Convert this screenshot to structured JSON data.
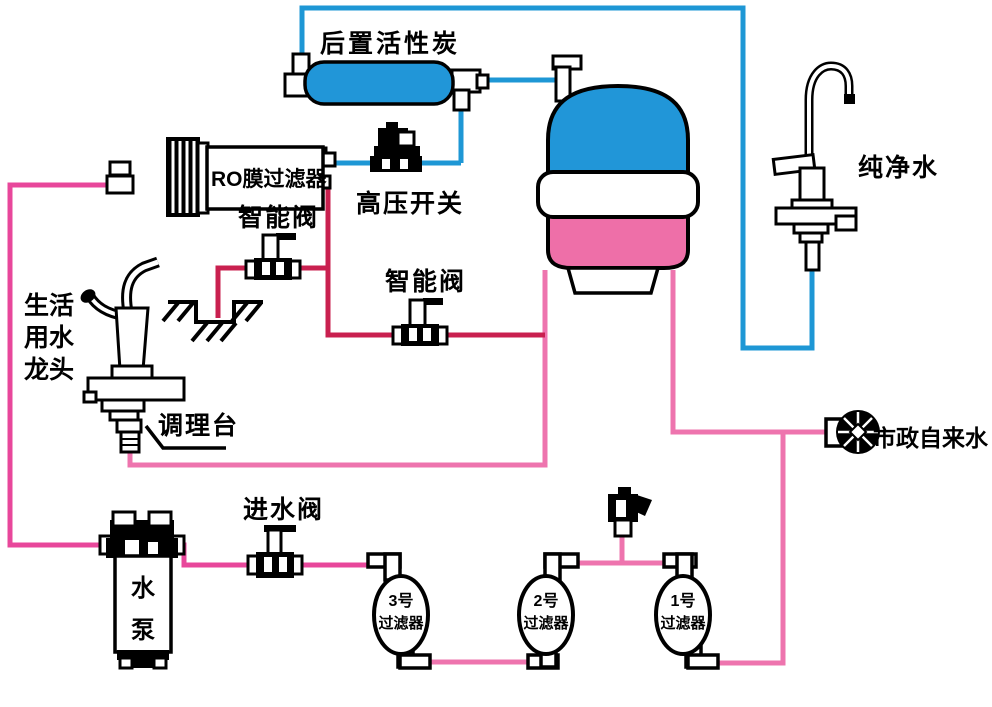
{
  "diagram": {
    "labels": {
      "post_carbon": "后置活性炭",
      "ro_membrane": "RO膜过滤器",
      "high_pressure_switch": "高压开关",
      "smart_valve_top": "智能阀",
      "smart_valve_mid": "智能阀",
      "domestic_faucet": [
        "生活",
        "用水",
        "龙头"
      ],
      "counter": "调理台",
      "pure_water": "纯净水",
      "municipal_water": "市政自来水",
      "inlet_valve": "进水阀",
      "pump": [
        "水",
        "泵"
      ],
      "filter3": [
        "3号",
        "过滤器"
      ],
      "filter2": [
        "2号",
        "过滤器"
      ],
      "filter1": [
        "1号",
        "过滤器"
      ]
    },
    "colors": {
      "blue_line": "#1e97d5",
      "raw_pink": "#ee74ae",
      "feed_magenta": "#e8479b",
      "waste_crimson": "#c9204f",
      "carbon_blue": "#2196d8",
      "tank_dome_blue": "#2196d8",
      "tank_body_pink": "#ee6fa8"
    }
  }
}
